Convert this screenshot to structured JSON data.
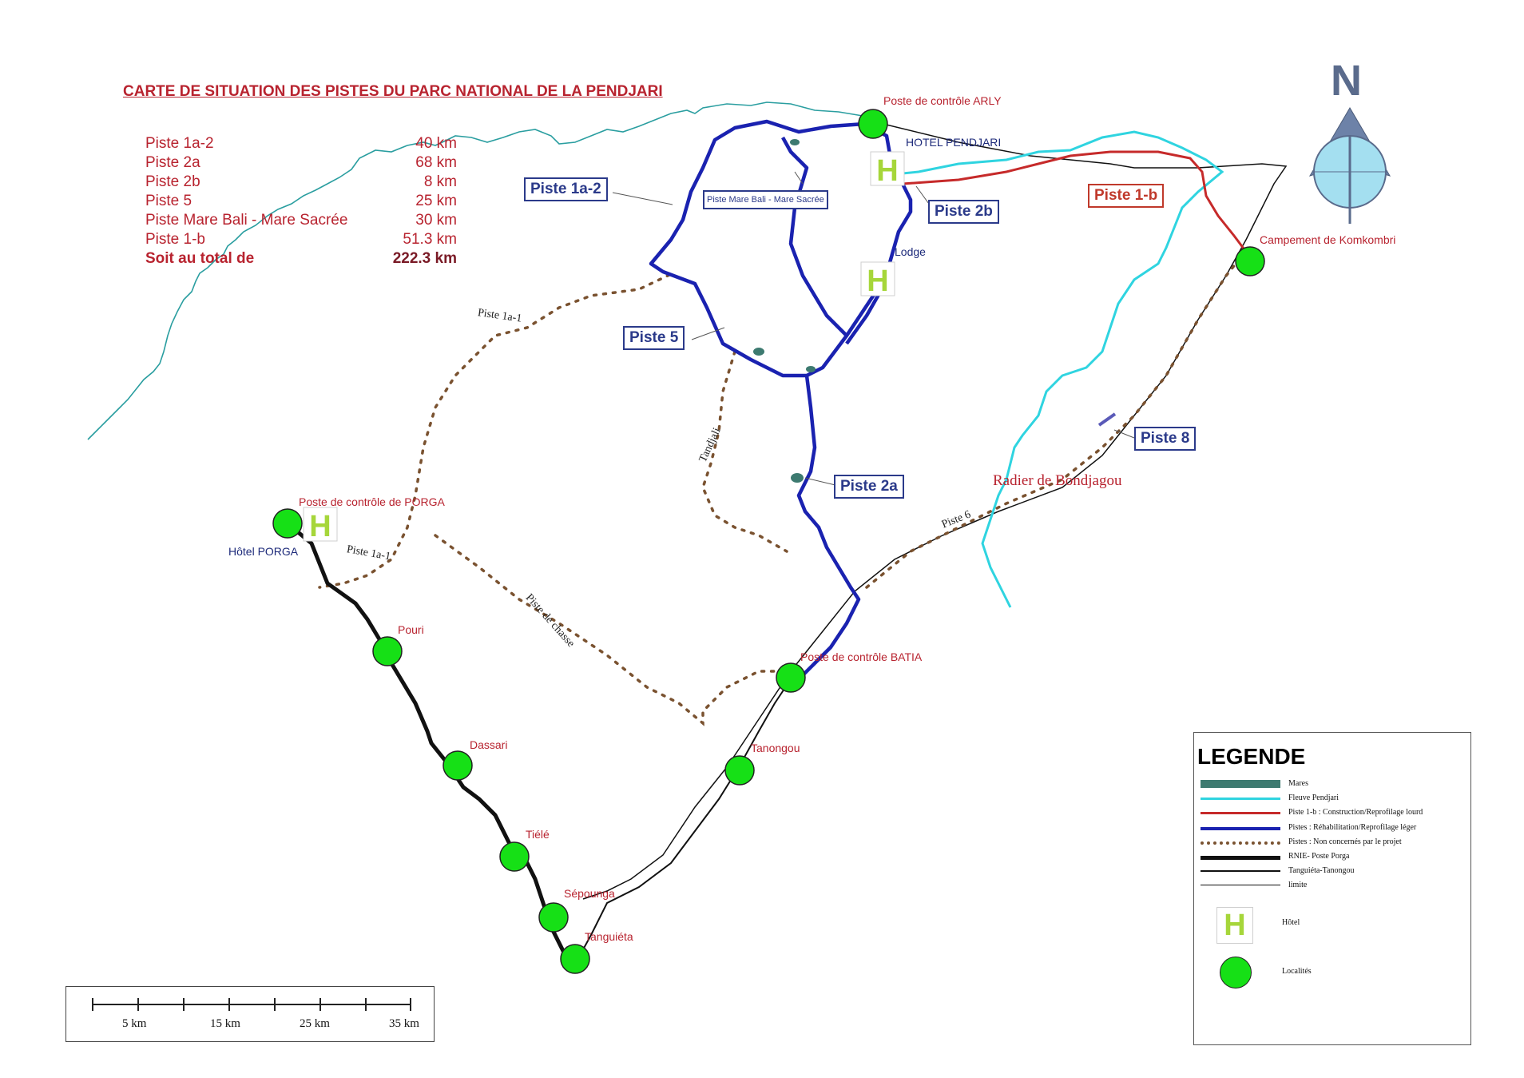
{
  "title": "CARTE DE SITUATION DES PISTES DU PARC NATIONAL DE LA PENDJARI",
  "stats": [
    {
      "name": "Piste 1a-2",
      "km": "40 km"
    },
    {
      "name": "Piste 2a",
      "km": "68 km"
    },
    {
      "name": "Piste 2b",
      "km": "8 km"
    },
    {
      "name": "Piste 5",
      "km": "25 km"
    },
    {
      "name": "Piste Mare Bali - Mare Sacrée",
      "km": "30 km"
    },
    {
      "name": "Piste 1-b",
      "km": "51.3 km"
    }
  ],
  "total": {
    "label": "Soit au total de",
    "km": "222.3 km"
  },
  "track_labels": {
    "piste_1a2": "Piste 1a-2",
    "piste_mare": "Piste Mare Bali - Mare Sacrée",
    "piste_2b": "Piste 2b",
    "piste_1b": "Piste 1-b",
    "piste_5": "Piste 5",
    "piste_2a": "Piste 2a",
    "piste_8": "Piste 8"
  },
  "places": {
    "arly": "Poste de contrôle ARLY",
    "hotel_pendjari": "HOTEL PENDJARI",
    "lodge": "Lodge",
    "komkombri": "Campement de Komkombri",
    "porga_post": "Poste de contrôle de PORGA",
    "hotel_porga": "Hôtel PORGA",
    "pouri": "Pouri",
    "dassari": "Dassari",
    "tiele": "Tiélé",
    "sepounga": "Sépounga",
    "tanguieta": "Tanguiéta",
    "batia": "Poste de contrôle BATIA",
    "tanongou": "Tanongou"
  },
  "map_labels": {
    "piste_1a1_top": "Piste 1a-1",
    "piste_1a1_bottom": "Piste 1a-1",
    "tandjali": "Tandjali",
    "piste_chasse": "Piste de chasse",
    "piste_6": "Piste 6",
    "radier": "Radier de Bondjagou"
  },
  "north": "N",
  "hotel_symbol": "H",
  "legend": {
    "title": "LEGENDE",
    "items": [
      {
        "label": "Mares",
        "kind": "mare"
      },
      {
        "label": "Fleuve Pendjari",
        "kind": "river"
      },
      {
        "label": "Piste 1-b : Construction/Reprofilage lourd",
        "kind": "red"
      },
      {
        "label": "Pistes : Réhabilitation/Reprofilage léger",
        "kind": "blue"
      },
      {
        "label": "Pistes : Non concernés par le projet",
        "kind": "dotted"
      },
      {
        "label": "RNIE- Poste Porga",
        "kind": "thickblack"
      },
      {
        "label": "Tanguiéta-Tanongou",
        "kind": "black"
      },
      {
        "label": "limite",
        "kind": "thin"
      }
    ],
    "hotel_label": "Hôtel",
    "localite_label": "Localités"
  },
  "scale": {
    "labels": [
      "5 km",
      "15 km",
      "25 km",
      "35 km"
    ]
  },
  "colors": {
    "river": "#2fd4e0",
    "blue_track": "#1a22b0",
    "red_track": "#c62a2a",
    "dotted_track": "#7a5230",
    "locality": "#16e016",
    "hotel": "#a6d63a",
    "mare": "#3d7a70",
    "boundary": "#111111"
  }
}
